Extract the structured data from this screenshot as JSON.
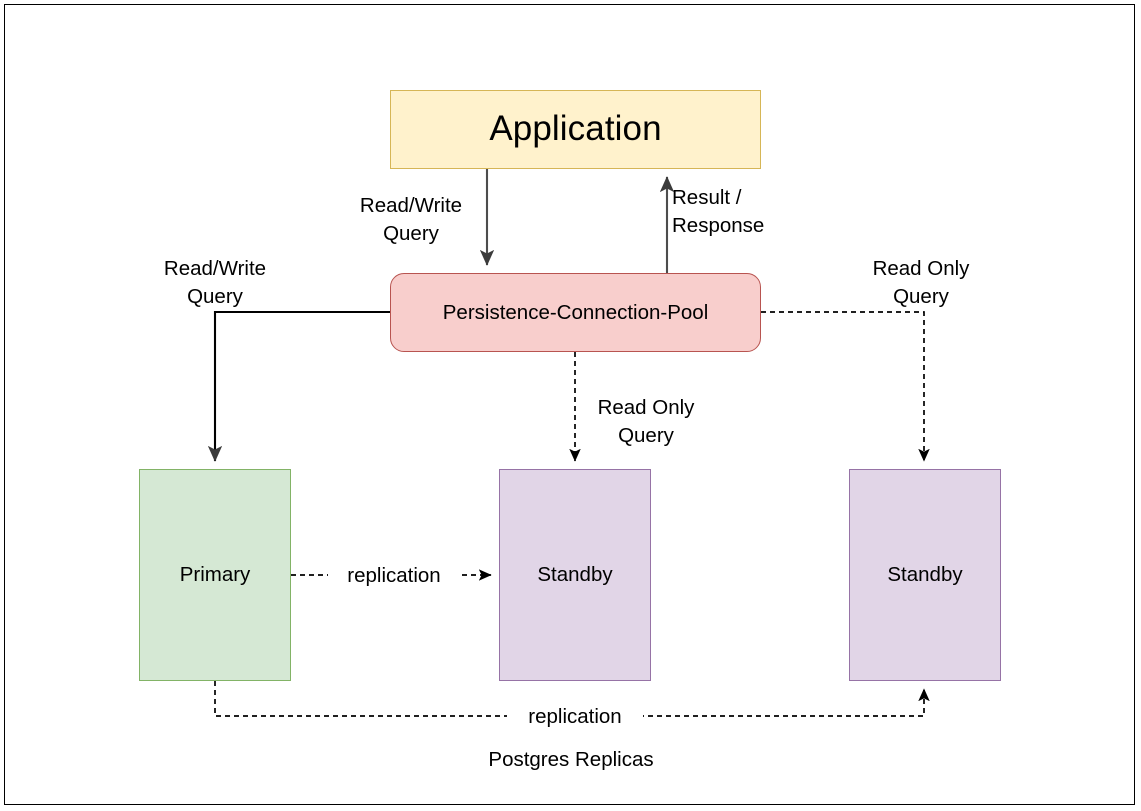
{
  "diagram": {
    "title": "Postgres Replicas",
    "caption": "Postgres Replicas",
    "nodes": {
      "application": {
        "label": "Application",
        "fill": "#fff2cc",
        "stroke": "#d6b656",
        "shape": "rectangle"
      },
      "pool": {
        "label": "Persistence-Connection-Pool",
        "fill": "#f8cecc",
        "stroke": "#b85450",
        "shape": "rounded-rectangle"
      },
      "primary": {
        "label": "Primary",
        "fill": "#d5e8d4",
        "stroke": "#82b366",
        "shape": "rectangle"
      },
      "standby_center": {
        "label": "Standby",
        "fill": "#e1d5e7",
        "stroke": "#9673a6",
        "shape": "rectangle"
      },
      "standby_right": {
        "label": "Standby",
        "fill": "#e1d5e7",
        "stroke": "#9673a6",
        "shape": "rectangle"
      }
    },
    "edges": {
      "app_to_pool": {
        "label": "Read/Write\nQuery",
        "style": "solid",
        "from": "application",
        "to": "pool"
      },
      "pool_to_app": {
        "label": "Result /\nResponse",
        "style": "solid",
        "from": "pool",
        "to": "application"
      },
      "pool_to_primary": {
        "label": "Read/Write\nQuery",
        "style": "solid",
        "from": "pool",
        "to": "primary"
      },
      "pool_to_standby_center": {
        "label": "Read Only\nQuery",
        "style": "dashed",
        "from": "pool",
        "to": "standby_center"
      },
      "pool_to_standby_right": {
        "label": "Read Only\nQuery",
        "style": "dashed",
        "from": "pool",
        "to": "standby_right"
      },
      "primary_to_standby_center": {
        "label": "replication",
        "style": "dashed",
        "from": "primary",
        "to": "standby_center"
      },
      "primary_to_standby_right": {
        "label": "replication",
        "style": "dashed",
        "from": "primary",
        "to": "standby_right"
      }
    },
    "colors": {
      "frame_border": "#000000",
      "edge_solid": "#4d4d4d",
      "edge_dashed": "#000000"
    }
  }
}
